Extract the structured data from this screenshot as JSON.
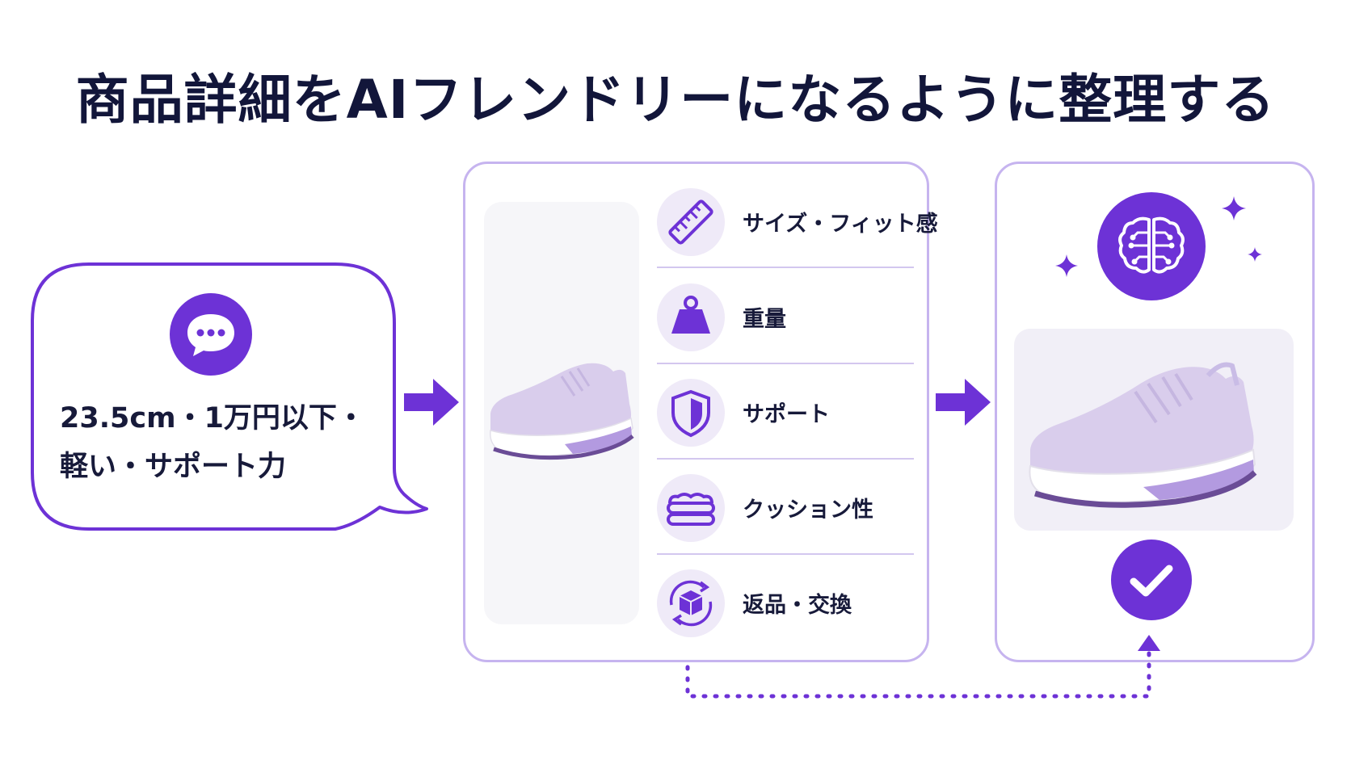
{
  "title": "商品詳細をAIフレンドリーになるように整理する",
  "query": {
    "line1": "23.5cm・1万円以下・",
    "line2": "軽い・サポート力",
    "icon": "chat-bubble-icon"
  },
  "features": [
    {
      "label": "サイズ・フィット感",
      "icon": "ruler-icon"
    },
    {
      "label": "重量",
      "icon": "weight-icon"
    },
    {
      "label": "サポート",
      "icon": "shield-icon"
    },
    {
      "label": "クッション性",
      "icon": "cushion-icon"
    },
    {
      "label": "返品・交換",
      "icon": "return-box-icon"
    }
  ],
  "result": {
    "top_icon": "brain-icon",
    "bottom_icon": "checkmark-icon"
  },
  "colors": {
    "accent": "#6d32d6",
    "border": "#c6b4ef",
    "shoe": "#d9cdec",
    "text": "#14183a"
  }
}
